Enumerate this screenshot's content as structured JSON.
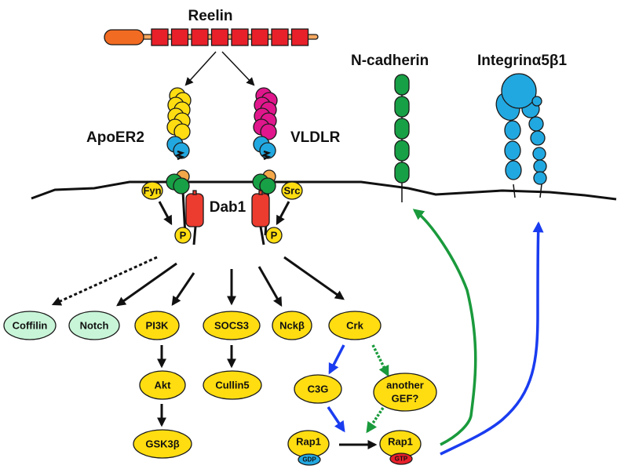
{
  "labels": {
    "reelin": "Reelin",
    "apoer2": "ApoER2",
    "vldlr": "VLDLR",
    "ncadherin": "N-cadherin",
    "integrin": "Integrinα5β1",
    "dab1": "Dab1",
    "fyn": "Fyn",
    "src": "Src",
    "p": "P"
  },
  "nodes": {
    "coffilin": "Coffilin",
    "notch": "Notch",
    "pi3k": "PI3K",
    "socs3": "SOCS3",
    "nckb": "Nckβ",
    "crk": "Crk",
    "akt": "Akt",
    "cullin5": "Cullin5",
    "gsk3b": "GSK3β",
    "c3g": "C3G",
    "another_gef_1": "another",
    "another_gef_2": "GEF?",
    "rap1_gdp": "Rap1",
    "rap1_gtp": "Rap1",
    "gdp": "GDP",
    "gtp": "GTP"
  },
  "colors": {
    "yellow": "#FFDD11",
    "green_node": "#C8F5D8",
    "red": "#E8202A",
    "orange": "#F26B22",
    "magenta": "#E0168C",
    "blue_domain": "#22A8E0",
    "green_domain": "#17A045",
    "light_orange": "#F5A84A",
    "blue_arrow": "#1A3CF0",
    "green_arrow": "#1A9A3C"
  }
}
